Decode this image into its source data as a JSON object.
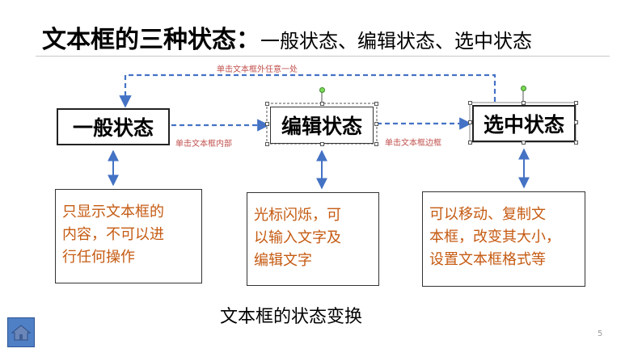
{
  "title": {
    "main": "文本框的三种状态：",
    "sub": "一般状态、编辑状态、选中状态"
  },
  "states": {
    "normal": "一般状态",
    "edit": "编辑状态",
    "select": "选中状态"
  },
  "arrows": {
    "to_edit": "单击文本框内部",
    "to_select": "单击文本框边框",
    "back_to_normal": "单击文本框外任意一处"
  },
  "descriptions": {
    "normal": [
      "只显示文本框的",
      "内容，不可以进",
      "行任何操作"
    ],
    "edit": [
      "光标闪烁，可",
      "以输入文字及",
      "编辑文字"
    ],
    "select": [
      "可以移动、复制文",
      "本框，改变其大小，",
      "设置文本框格式等"
    ]
  },
  "caption": "文本框的状态变换",
  "page_number": "5",
  "icons": {
    "home": "home-icon"
  },
  "colors": {
    "arrow": "#4472c4",
    "arrow_label": "#c0504d",
    "description_text": "#c55a11",
    "home_button": "#4f7fc4"
  }
}
